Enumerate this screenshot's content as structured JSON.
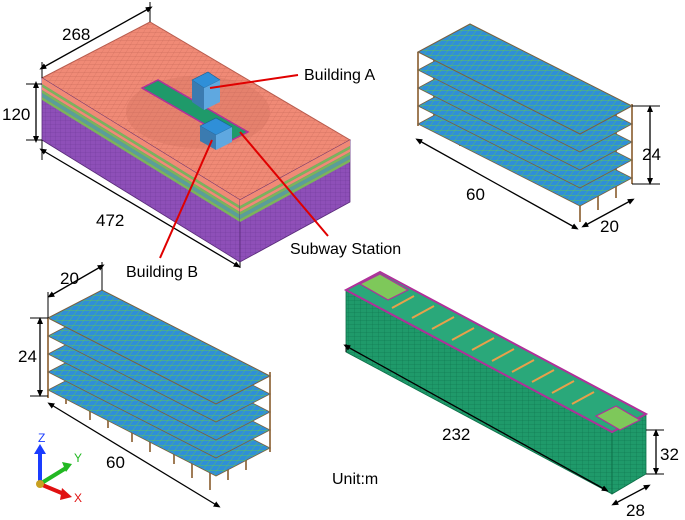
{
  "soil_model": {
    "dims": {
      "length": "472",
      "width": "268",
      "depth": "120"
    }
  },
  "labels": {
    "building_a": "Building A",
    "building_b": "Building B",
    "subway_station": "Subway Station",
    "unit": "Unit:m"
  },
  "building_a": {
    "dims": {
      "length": "60",
      "width": "20",
      "height": "24"
    }
  },
  "building_b": {
    "dims": {
      "length": "60",
      "width": "20",
      "height": "24"
    }
  },
  "station": {
    "dims": {
      "length": "232",
      "width": "28",
      "height": "32"
    }
  },
  "axis_triad": {
    "z": "Z",
    "y": "Y",
    "x": "X"
  },
  "colors": {
    "soil_top": "#f08a76",
    "soil_layer_green": "#7ab55b",
    "soil_layer_teal": "#5a9e9a",
    "soil_side": "#8e4fb8",
    "building_slab": "#2f8fd8",
    "building_grid": "#5cc25c",
    "column": "#a07c56",
    "station_wall": "#1f9a6a",
    "station_edge": "#b0309a",
    "leader": "#e00000"
  }
}
